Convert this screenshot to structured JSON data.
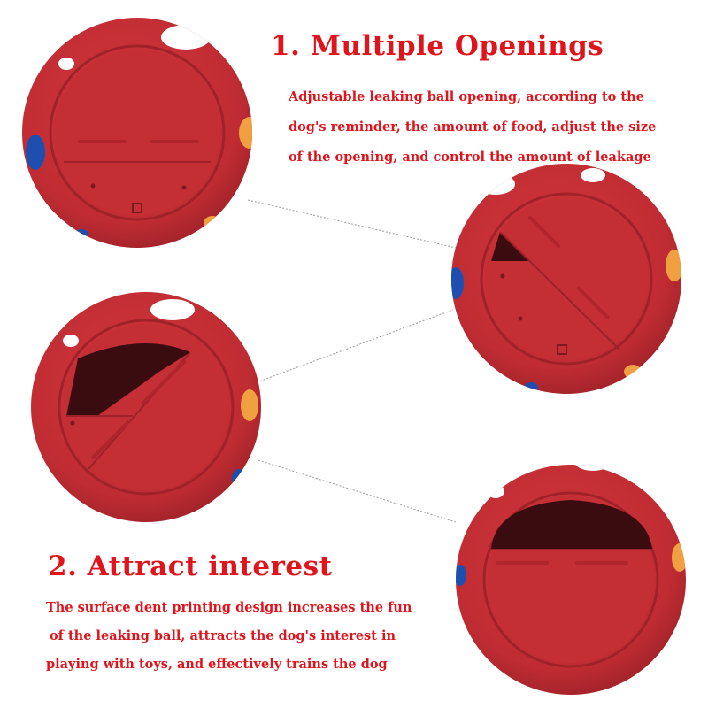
{
  "section1": {
    "heading": "1. Multiple Openings",
    "lines": [
      "Adjustable leaking ball opening, according to the",
      "dog's reminder, the amount of food, adjust the size",
      "of the opening, and control the amount of leakage"
    ]
  },
  "section2": {
    "heading": "2. Attract interest",
    "lines": [
      "The surface dent printing design increases the fun",
      "of the leaking ball, attracts the dog's interest in",
      "playing with toys, and effectively trains the dog"
    ]
  },
  "colors": {
    "text": "#e0141c",
    "ball": "#c92f36",
    "ball_dark": "#a8242b",
    "paw_blue": "#1e4fb0",
    "paw_orange": "#f0a040"
  }
}
